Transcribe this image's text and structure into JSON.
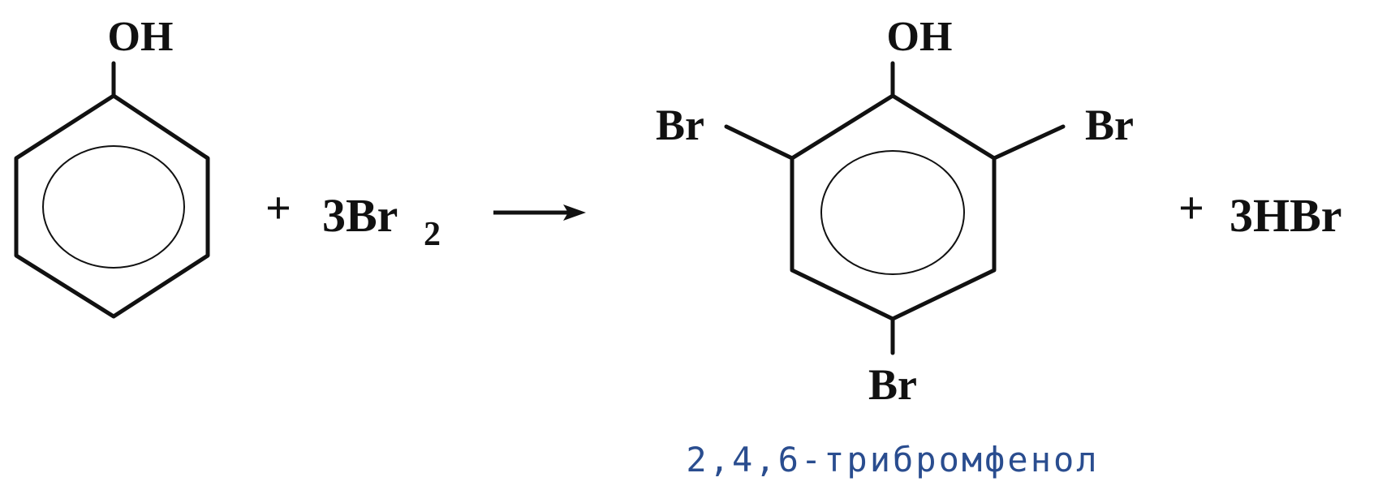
{
  "colors": {
    "ink": "#111111",
    "caption": "#2a4d8f"
  },
  "reactant": {
    "substituent_top": "OH"
  },
  "reagent": {
    "plus": "+",
    "coefficient_formula": "3Br",
    "subscript": "2"
  },
  "arrow": {
    "symbol": "reaction-arrow"
  },
  "product": {
    "substituent_top": "OH",
    "substituent_left": "Br",
    "substituent_right": "Br",
    "substituent_bottom": "Br",
    "name": "2,4,6-трибромфенол"
  },
  "byproduct": {
    "plus": "+",
    "formula": "3HBr"
  }
}
